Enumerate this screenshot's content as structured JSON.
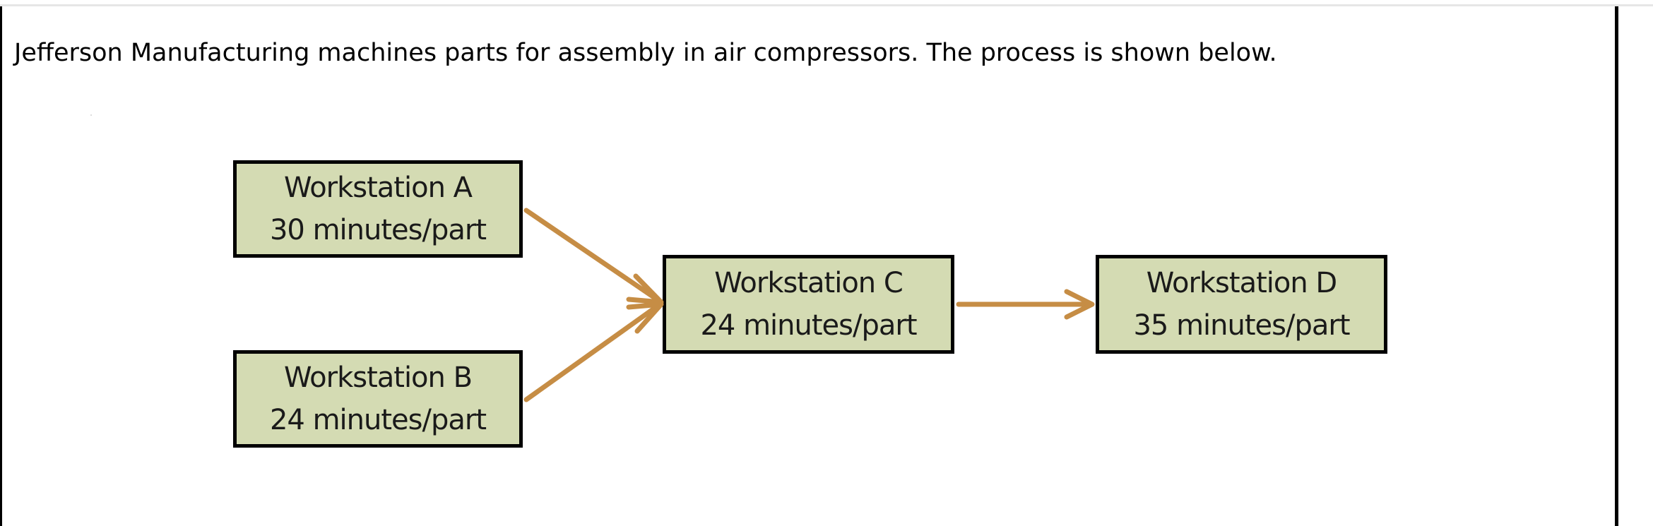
{
  "intro_text": "Jefferson Manufacturing machines parts for assembly in air compressors. The process is shown below.",
  "colors": {
    "box_fill": "#d4dbb3",
    "box_border": "#000000",
    "arrow": "#c68d45"
  },
  "workstations": [
    {
      "name": "Workstation A",
      "time": "30 minutes/part"
    },
    {
      "name": "Workstation B",
      "time": "24 minutes/part"
    },
    {
      "name": "Workstation C",
      "time": "24 minutes/part"
    },
    {
      "name": "Workstation D",
      "time": "35 minutes/part"
    }
  ],
  "flows": [
    {
      "from": "Workstation A",
      "to": "Workstation C"
    },
    {
      "from": "Workstation B",
      "to": "Workstation C"
    },
    {
      "from": "Workstation C",
      "to": "Workstation D"
    }
  ]
}
